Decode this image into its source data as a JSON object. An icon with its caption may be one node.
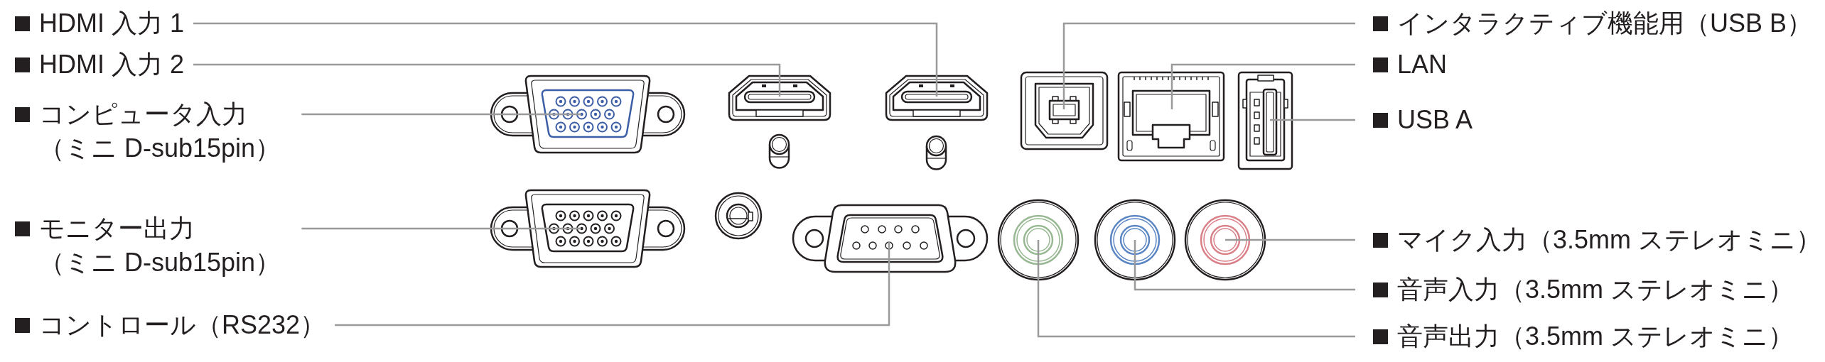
{
  "diagram": {
    "nodes": [
      {
        "text": [
          "HDMI 入力 1"
        ]
      },
      {
        "text": [
          "HDMI 入力 2"
        ]
      },
      {
        "text": [
          "コンピュータ入力（ミニ D-sub15pin）"
        ]
      },
      {
        "text": [
          "モニター出力（ミニ D-sub15pin）"
        ]
      },
      {
        "text": [
          "コントロール（RS232）"
        ]
      },
      {
        "text": [
          "インタラクティブ機能用（USB B）"
        ]
      },
      {
        "text": [
          "LAN"
        ]
      },
      {
        "text": [
          "USB A"
        ]
      },
      {
        "text": [
          "マイク入力（3.5mm ステレオミニ）"
        ]
      },
      {
        "text": [
          "音声入力（3.5mm ステレオミニ）"
        ]
      },
      {
        "text": [
          "音声出力（3.5mm ステレオミニ）"
        ]
      },
      {
        "text": [],
        "shape": "picture"
      },
      {
        "text": [],
        "shape": "picture"
      },
      {
        "text": [],
        "shape": "picture"
      },
      {
        "text": [],
        "shape": "picture"
      },
      {
        "text": [],
        "shape": "picture"
      },
      {
        "text": [],
        "shape": "picture"
      },
      {
        "text": [],
        "shape": "picture"
      },
      {
        "text": [],
        "shape": "picture"
      },
      {
        "text": [],
        "shape": "picture"
      },
      {
        "text": [],
        "shape": "picture"
      },
      {
        "text": [],
        "shape": "picture"
      }
    ],
    "edges": [
      {
        "from": 0,
        "to": 13,
        "arrow": "none"
      },
      {
        "from": 1,
        "to": 12,
        "arrow": "none"
      },
      {
        "from": 2,
        "to": 11,
        "arrow": "none"
      },
      {
        "from": 3,
        "to": 17,
        "arrow": "none"
      },
      {
        "from": 4,
        "to": 18,
        "arrow": "none"
      },
      {
        "from": 5,
        "to": 14,
        "arrow": "none"
      },
      {
        "from": 6,
        "to": 15,
        "arrow": "none"
      },
      {
        "from": 7,
        "to": 16,
        "arrow": "none"
      },
      {
        "from": 8,
        "to": 21,
        "arrow": "none"
      },
      {
        "from": 9,
        "to": 20,
        "arrow": "none"
      },
      {
        "from": 10,
        "to": 19,
        "arrow": "none"
      }
    ]
  }
}
